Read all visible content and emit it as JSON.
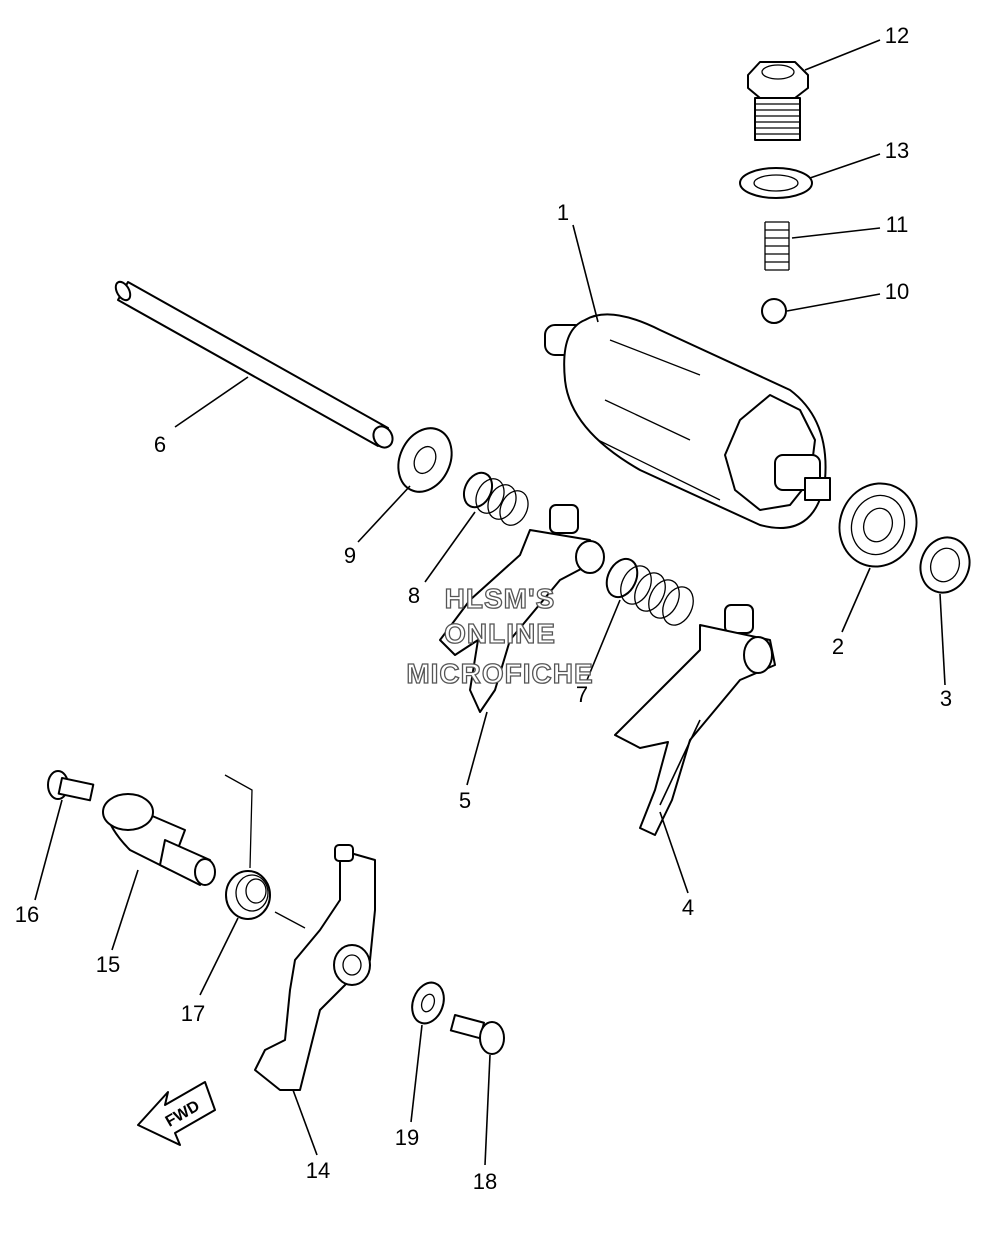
{
  "callouts": {
    "c1": "1",
    "c2": "2",
    "c3": "3",
    "c4": "4",
    "c5": "5",
    "c6": "6",
    "c7": "7",
    "c8": "8",
    "c9": "9",
    "c10": "10",
    "c11": "11",
    "c12": "12",
    "c13": "13",
    "c14": "14",
    "c15": "15",
    "c16": "16",
    "c17": "17",
    "c18": "18",
    "c19": "19"
  },
  "watermark": {
    "line1": "HLSM'S",
    "line2": "ONLINE",
    "line3": "MICROFICHE"
  },
  "direction_arrow": {
    "label": "FWD"
  }
}
